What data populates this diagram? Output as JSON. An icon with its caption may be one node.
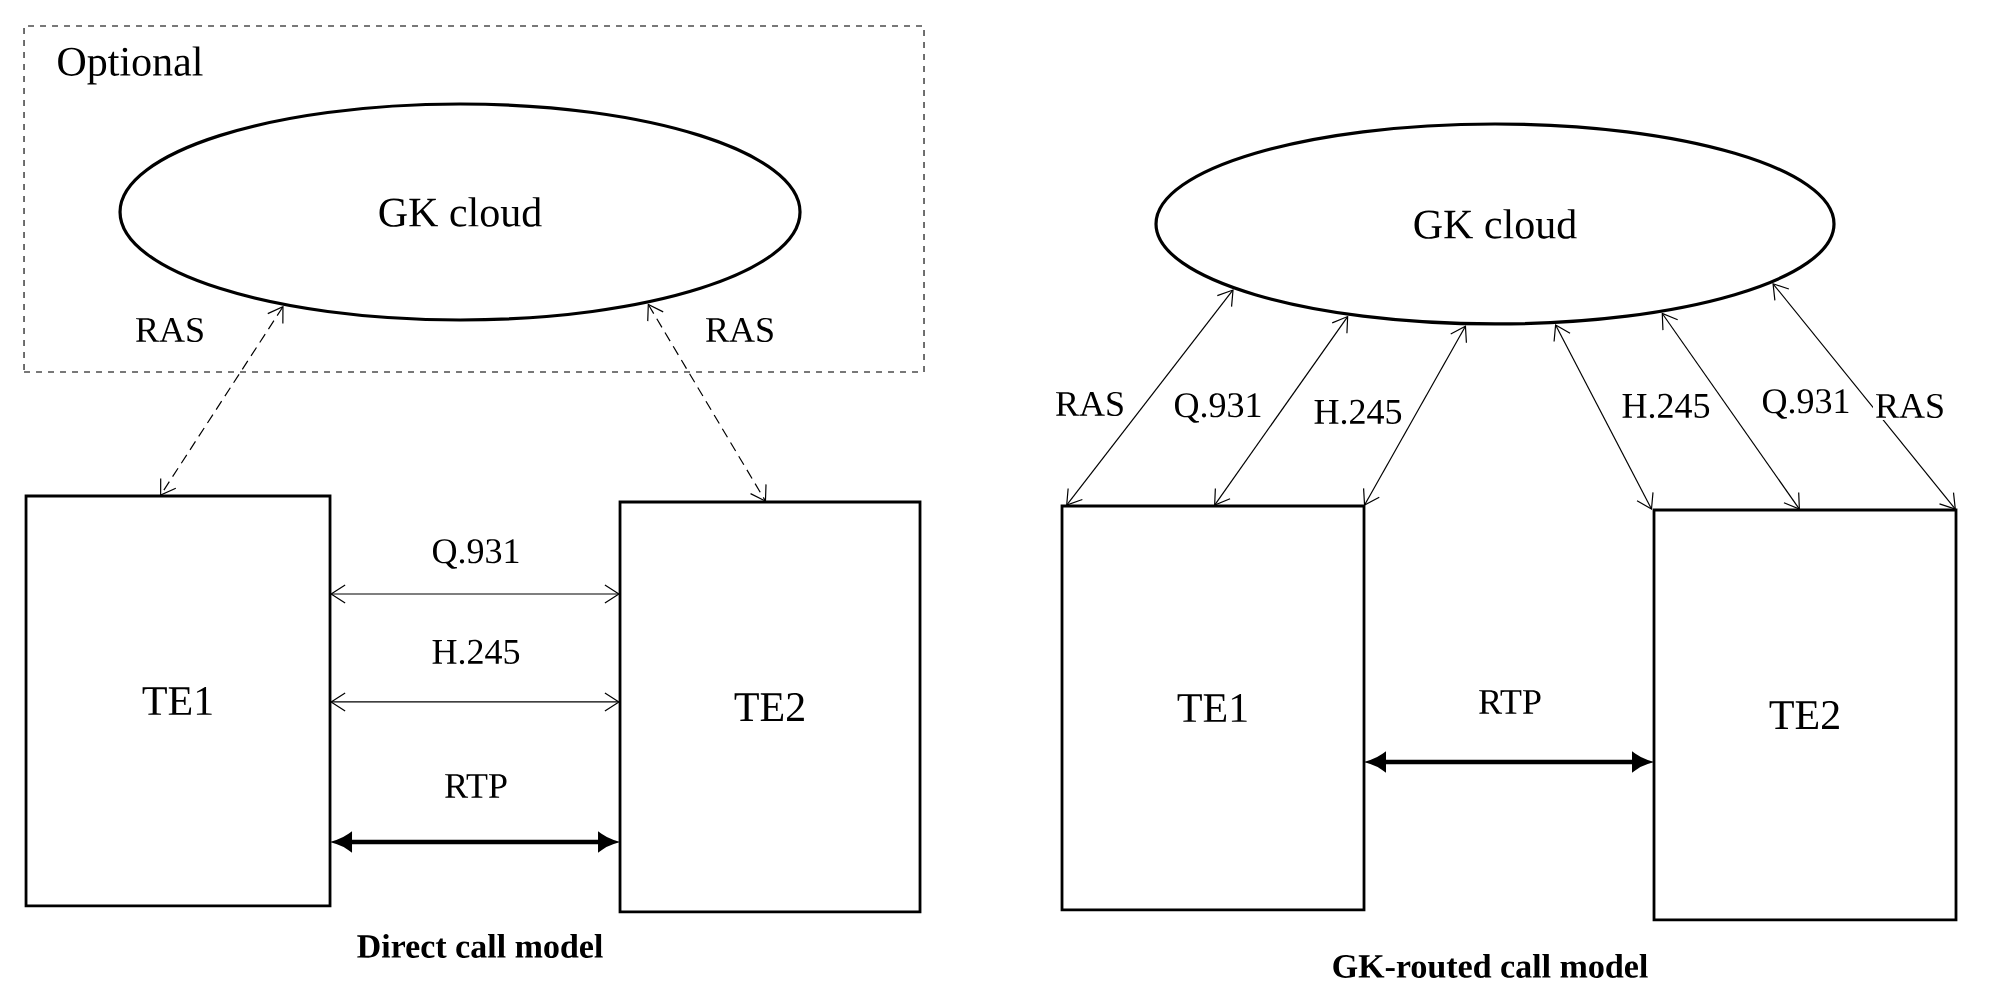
{
  "diagram": {
    "nodes": [
      {
        "text": [
          "Optional"
        ]
      },
      {
        "text": [
          "GK cloud"
        ],
        "in": 0
      },
      {
        "text": [
          "TE1"
        ]
      },
      {
        "text": [
          "TE2"
        ]
      },
      {
        "text": [
          "GK cloud"
        ]
      },
      {
        "text": [
          "TE1"
        ]
      },
      {
        "text": [
          "TE2"
        ]
      }
    ],
    "edges": [
      {
        "from": 1,
        "to": 2,
        "arrow": "both",
        "label": "RAS",
        "style": "dashed"
      },
      {
        "from": 1,
        "to": 3,
        "arrow": "both",
        "label": "RAS",
        "style": "dashed"
      },
      {
        "from": 2,
        "to": 3,
        "arrow": "both",
        "label": "Q.931"
      },
      {
        "from": 2,
        "to": 3,
        "arrow": "both",
        "label": "H.245"
      },
      {
        "from": 2,
        "to": 3,
        "arrow": "both",
        "label": "RTP",
        "style": "thick"
      },
      {
        "from": 4,
        "to": 5,
        "arrow": "both",
        "label": "RAS"
      },
      {
        "from": 4,
        "to": 5,
        "arrow": "both",
        "label": "Q.931"
      },
      {
        "from": 4,
        "to": 5,
        "arrow": "both",
        "label": "H.245"
      },
      {
        "from": 4,
        "to": 6,
        "arrow": "both",
        "label": "H.245"
      },
      {
        "from": 4,
        "to": 6,
        "arrow": "both",
        "label": "Q.931"
      },
      {
        "from": 4,
        "to": 6,
        "arrow": "both",
        "label": "RAS"
      },
      {
        "from": 5,
        "to": 6,
        "arrow": "both",
        "label": "RTP",
        "style": "thick"
      }
    ],
    "labels": [
      "Direct call model",
      "GK-routed call model"
    ]
  }
}
